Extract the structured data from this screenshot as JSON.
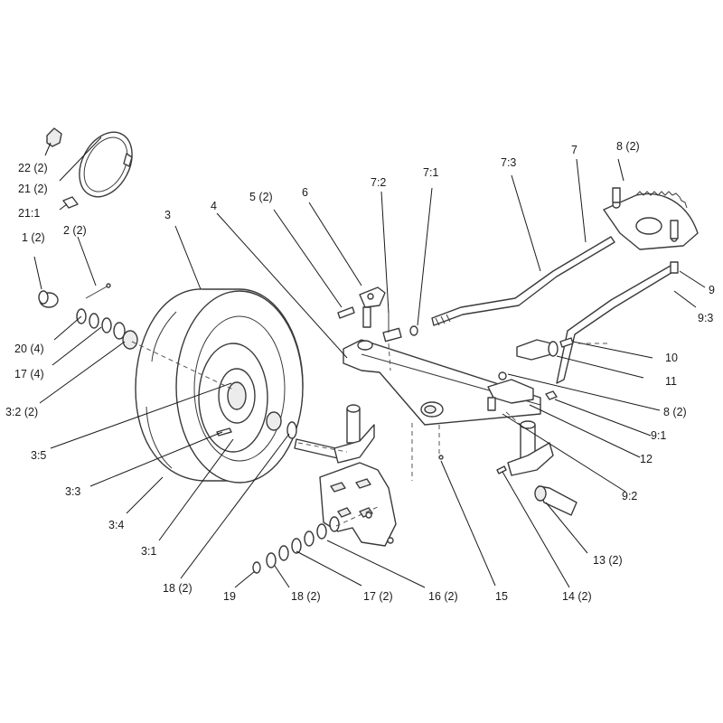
{
  "callouts": {
    "c22": "22 (2)",
    "c21": "21 (2)",
    "c21_1": "21:1",
    "c3": "3",
    "c4": "4",
    "c5": "5 (2)",
    "c6": "6",
    "c7_2": "7:2",
    "c7_1": "7:1",
    "c7_3": "7:3",
    "c7": "7",
    "c8_top": "8 (2)",
    "c1": "1 (2)",
    "c2": "2 (2)",
    "c9": "9",
    "c9_3": "9:3",
    "c10": "10",
    "c11": "11",
    "c8_mid": "8 (2)",
    "c9_1": "9:1",
    "c12": "12",
    "c9_2": "9:2",
    "c20": "20 (4)",
    "c17_left": "17 (4)",
    "c3_2": "3:2 (2)",
    "c3_5": "3:5",
    "c3_3": "3:3",
    "c3_4": "3:4",
    "c3_1": "3:1",
    "c18_mid": "18 (2)",
    "c19": "19",
    "c18_low": "18 (2)",
    "c17_low": "17 (2)",
    "c16": "16 (2)",
    "c15": "15",
    "c14": "14 (2)",
    "c13": "13 (2)"
  }
}
